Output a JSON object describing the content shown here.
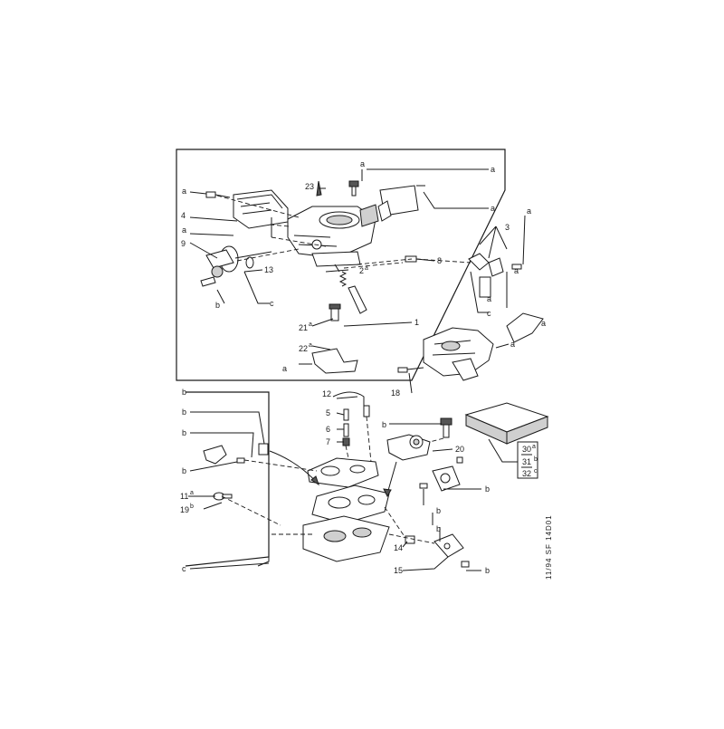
{
  "callouts": {
    "c23": "23",
    "c4": "4",
    "c9": "9",
    "c13": "13",
    "c2": "2",
    "c2s": "a",
    "c8": "8",
    "c3": "3",
    "c1": "1",
    "c21": "21",
    "c21s": "a",
    "c22": "22",
    "c22s": "a",
    "c18": "18",
    "c12": "12",
    "c5": "5",
    "c6": "6",
    "c7": "7",
    "c20": "20",
    "c11": "11",
    "c11s": "a",
    "c19": "19",
    "c19s": "b",
    "c14": "14",
    "c15": "15",
    "c30": "30",
    "c30s": "a",
    "c31": "31",
    "c31s": "b",
    "c32": "32",
    "c32s": "c"
  },
  "letters": {
    "a": "a",
    "b": "b",
    "c": "c"
  },
  "reference_code": "11/94 SF 14D01"
}
